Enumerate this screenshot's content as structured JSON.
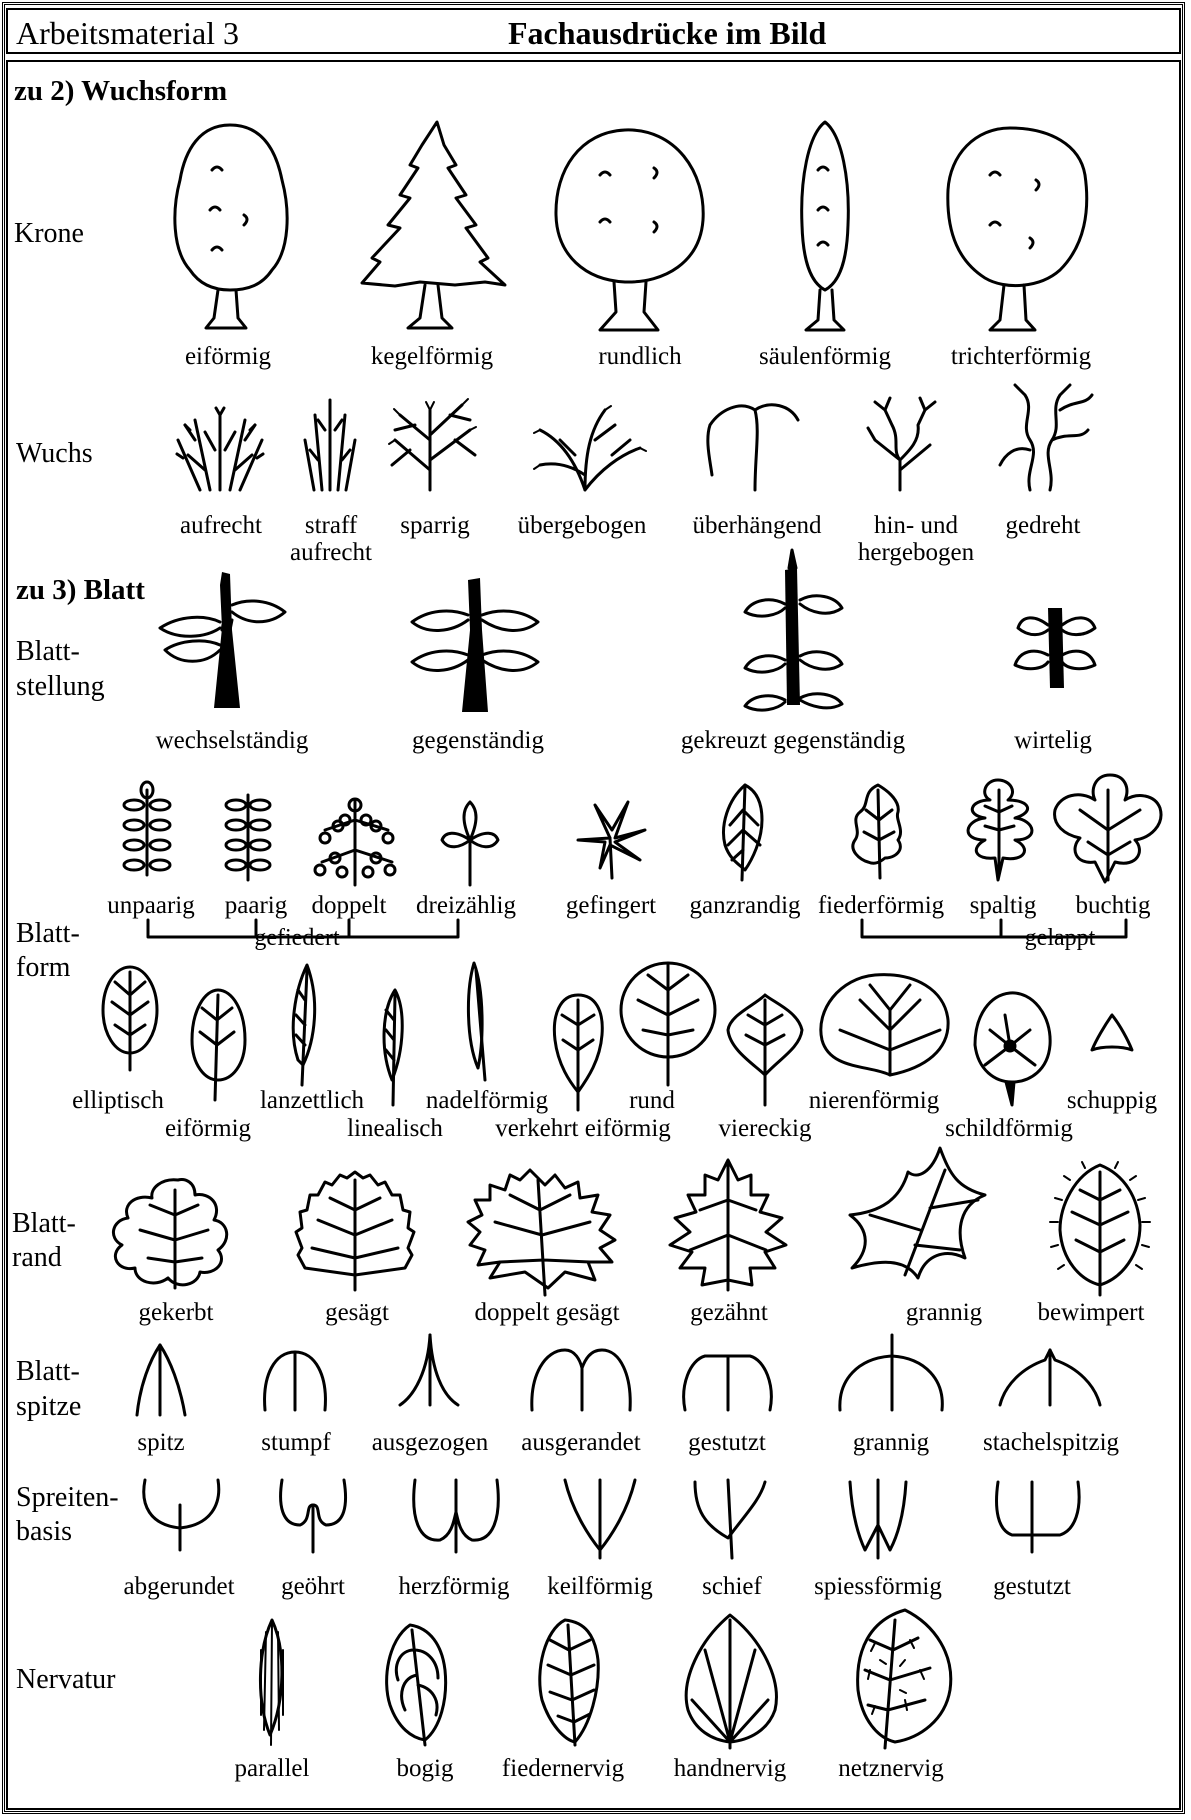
{
  "header": {
    "label": "Arbeitsmaterial 3",
    "title": "Fachausdrücke im Bild"
  },
  "sections": {
    "wuchsform": "zu 2) Wuchsform",
    "blatt": "zu 3) Blatt"
  },
  "rows": {
    "krone": "Krone",
    "wuchs": "Wuchs",
    "blattstellung_1": "Blatt-",
    "blattstellung_2": "stellung",
    "blattform_1": "Blatt-",
    "blattform_2": "form",
    "blattrand_1": "Blatt-",
    "blattrand_2": "rand",
    "blattspitze_1": "Blatt-",
    "blattspitze_2": "spitze",
    "spreitenbasis_1": "Spreiten-",
    "spreitenbasis_2": "basis",
    "nervatur": "Nervatur"
  },
  "krone": [
    "eiförmig",
    "kegelförmig",
    "rundlich",
    "säulenförmig",
    "trichterförmig"
  ],
  "wuchs": [
    "aufrecht",
    "straff",
    "aufrecht",
    "sparrig",
    "übergebogen",
    "überhängend",
    "hin- und",
    "hergebogen",
    "gedreht"
  ],
  "blattstellung": [
    "wechselständig",
    "gegenständig",
    "gekreuzt gegenständig",
    "wirtelig"
  ],
  "blattform_compound": [
    "unpaarig",
    "paarig",
    "doppelt",
    "dreizählig",
    "gefingert",
    "ganzrandig",
    "fiederförmig",
    "spaltig",
    "buchtig"
  ],
  "brackets": {
    "gefiedert": "gefiedert",
    "gelappt": "gelappt"
  },
  "blattform_simple": [
    "elliptisch",
    "eiförmig",
    "lanzettlich",
    "linealisch",
    "nadelförmig",
    "verkehrt eiförmig",
    "rund",
    "viereckig",
    "nierenförmig",
    "schildförmig",
    "schuppig"
  ],
  "blattrand": [
    "gekerbt",
    "gesägt",
    "doppelt gesägt",
    "gezähnt",
    "grannig",
    "bewimpert"
  ],
  "blattspitze": [
    "spitz",
    "stumpf",
    "ausgezogen",
    "ausgerandet",
    "gestutzt",
    "grannig",
    "stachelspitzig"
  ],
  "spreitenbasis": [
    "abgerundet",
    "geöhrt",
    "herzförmig",
    "keilförmig",
    "schief",
    "spiessförmig",
    "gestutzt"
  ],
  "nervatur": [
    "parallel",
    "bogig",
    "fiedernervig",
    "handnervig",
    "netznervig"
  ]
}
